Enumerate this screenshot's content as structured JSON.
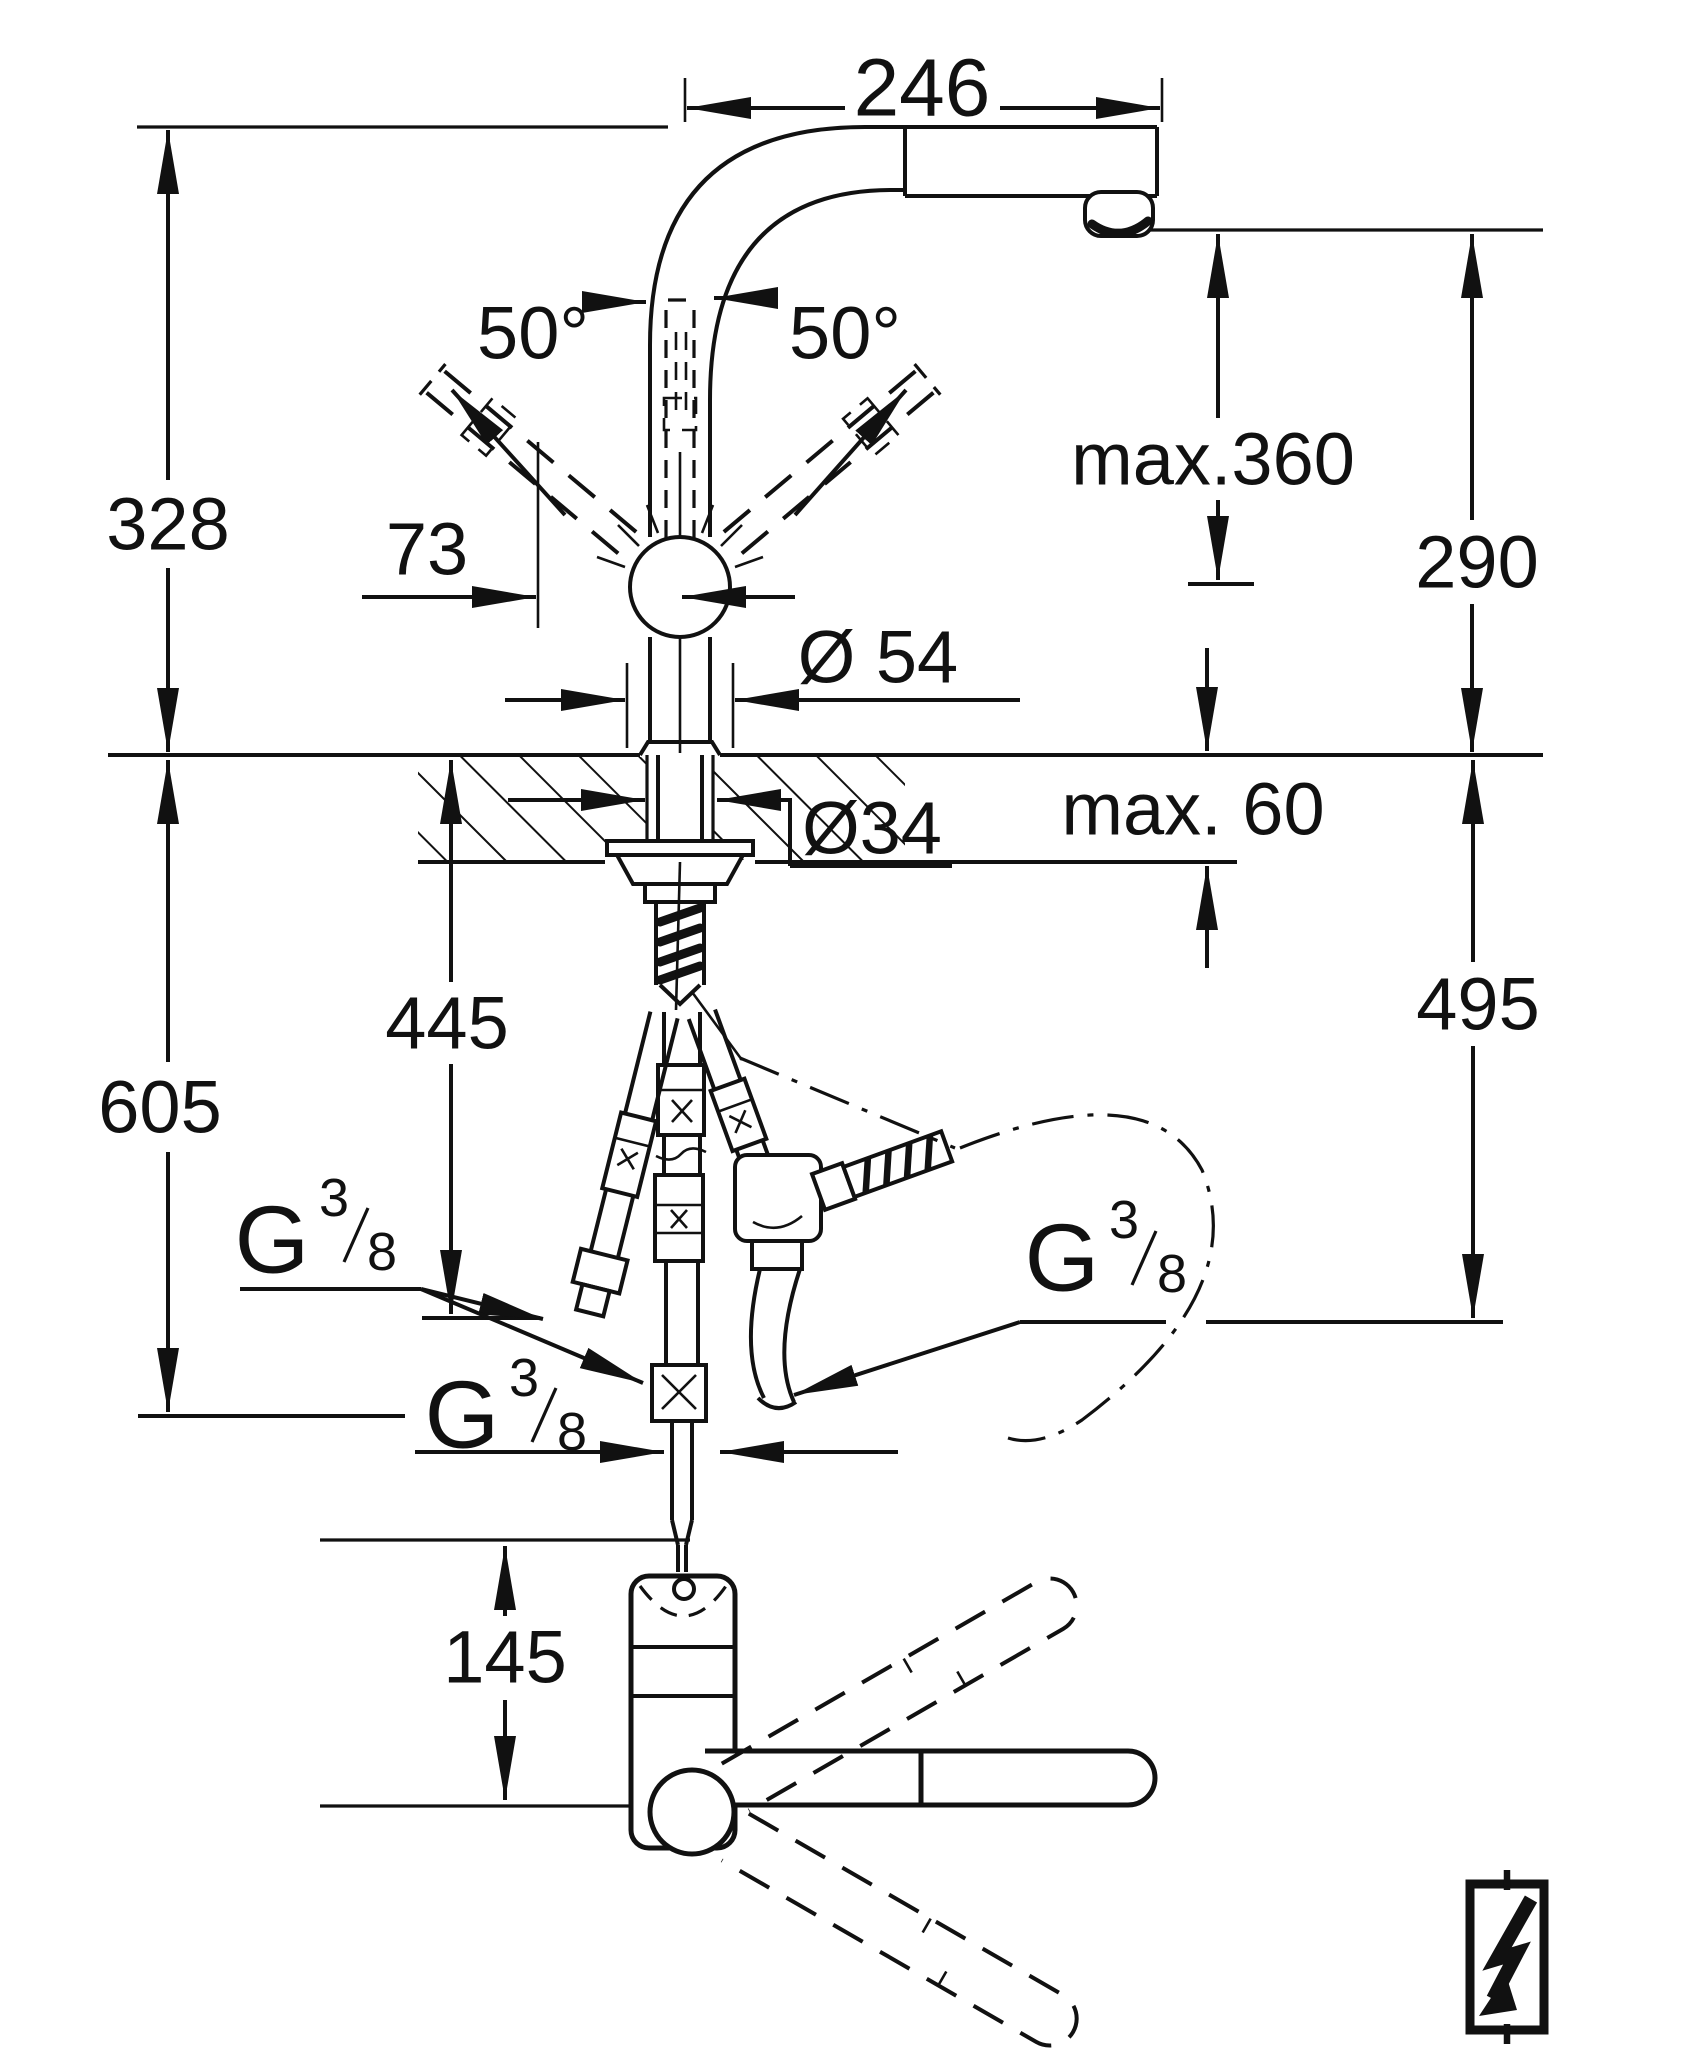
{
  "drawing": {
    "type": "technical-dimension-drawing",
    "views": [
      "side-elevation",
      "bottom-plan"
    ],
    "dimensions": {
      "spout_reach": "246",
      "height_to_spout_top": "328",
      "swivel_angle_left": "50°",
      "swivel_angle_right": "50°",
      "lever_projection": "73",
      "max_spout_height": "max.360",
      "outlet_height": "290",
      "body_diameter": "Ø 54",
      "hole_diameter": "Ø34",
      "max_deck_thickness": "max. 60",
      "hose_length_mid": "445",
      "hose_length_long": "605",
      "hose_length_right": "495",
      "plan_body_length": "145"
    },
    "thread_label": {
      "g": "G",
      "numerator": "3",
      "denominator": "8"
    },
    "icon": {
      "name": "low-voltage-lightning-bolt"
    },
    "colors": {
      "line": "#111111",
      "background": "#ffffff"
    }
  }
}
